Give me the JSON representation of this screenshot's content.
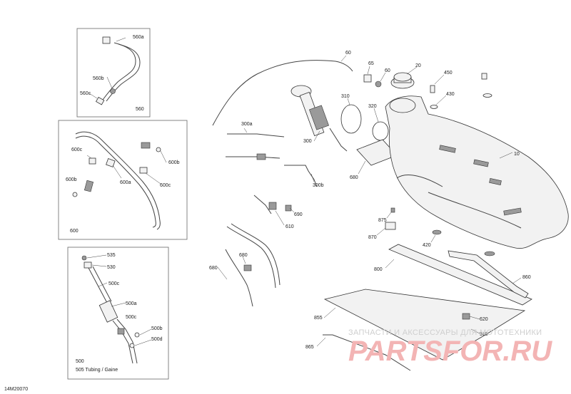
{
  "figure_id": "14M20070",
  "boxes": {
    "b560": "560",
    "b600": "600",
    "b500": "500",
    "b505": "505  Tubing / Gaine"
  },
  "labels": {
    "l560a": "560a",
    "l560b": "560b",
    "l560c": "560c",
    "l600c1": "600c",
    "l600b1": "600b",
    "l600a": "600a",
    "l600c2": "600c",
    "l600b2": "600b",
    "l535": "535",
    "l530": "530",
    "l500c1": "500c",
    "l500a": "500a",
    "l500c2": "500c",
    "l500b": "500b",
    "l500d": "500d",
    "l60": "60",
    "l65": "65",
    "l60b": "60",
    "l20": "20",
    "l450": "450",
    "l430": "430",
    "l310": "310",
    "l320": "320",
    "l300a": "300a",
    "l300": "300",
    "l300b": "300b",
    "l680a": "680",
    "l10": "10",
    "l690": "690",
    "l610": "610",
    "l680b": "680",
    "l680c": "680",
    "l875": "875",
    "l870": "870",
    "l420": "420",
    "l800": "800",
    "l860": "860",
    "l855": "855",
    "l620": "620",
    "l510": "510",
    "l865": "865"
  },
  "watermark": {
    "top": "ЗАПЧАСТИ И АКСЕССУАРЫ ДЛЯ МОТОТЕХНИКИ",
    "brand": "PARTSFOR.RU"
  }
}
